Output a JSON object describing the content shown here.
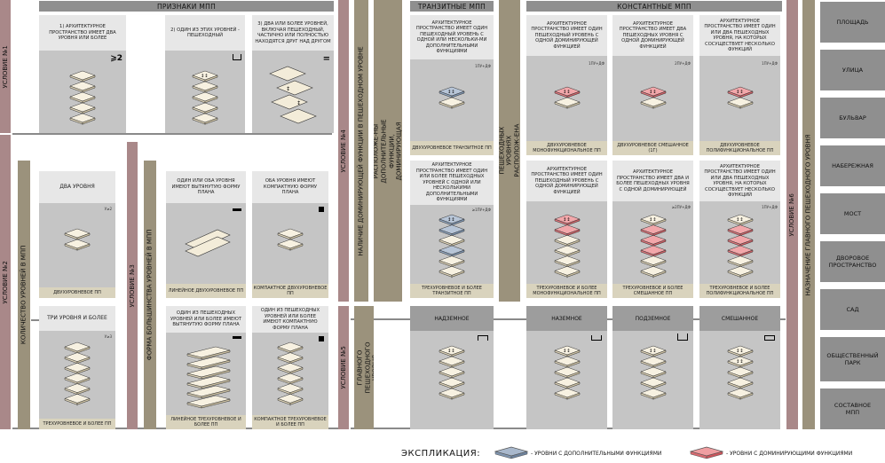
{
  "header": {
    "signs": "ПРИЗНАКИ МПП",
    "transit": "ТРАНЗИТНЫЕ МПП",
    "constant": "КОНСТАНТНЫЕ МПП"
  },
  "conditions": {
    "c1": "УСЛОВИЕ №1",
    "c2": "УСЛОВИЕ №2",
    "c3": "УСЛОВИЕ №3",
    "c4": "УСЛОВИЕ №4",
    "c5": "УСЛОВИЕ №5",
    "c6": "УСЛОВИЕ №6"
  },
  "axes": {
    "count": "КОЛИЧЕСТВО УРОВНЕЙ В МПП",
    "form": "ФОРМА БОЛЬШИНСТВА УРОВНЕЙ В МПП",
    "dominant": "НАЛИЧИЕ ДОМИНИРУЮЩЕЙ ФУНКЦИИ В ПЕШЕХОДНОМ УРОВНЕ",
    "transit_cond": "НА ОДНОМ ИЛИ НЕСКОЛЬКИХ ПЕШЕХОДНЫХ УРОВНЯХ РАСПОЛОЖЕ-НЫ ДОПОЛНИТЕЛЬНЫЕ ФУНКЦИИ, ДОМИНИРУЮЩАЯ ФУНКЦИЯ НА ПЕШЕХОДНЫХ УРОВНЯХ ОТСУТСТВУЕТ",
    "constant_cond": "НА ОДНОМ ИЛИ НЕСКОЛЬКИХ ПЕШЕХОДНЫХ УРОВНЯХ РАСПОЛОЖ-ЕНА ДОМИНИРУЮЩАЯ ФУНКЦИЯ",
    "location": "РАСПОЛОЖЕНИЕ ГЛАВНОГО ПЕШЕХОДНОГО УРОВНЯ",
    "purpose": "НАЗНАЧЕНИЕ ГЛАВНОГО ПЕШЕХОДНОГО УРОВНЯ"
  },
  "signs": [
    {
      "text": "1) АРХИТЕКТУРНОЕ ПРОСТРАНСТВО ИМЕЕТ ДВА УРОВНЯ ИЛИ БОЛЕЕ",
      "mark": "⩾2"
    },
    {
      "text": "2) ОДИН ИЗ ЭТИХ УРОВНЕЙ - ПЕШЕХОДНЫЙ"
    },
    {
      "text": "3) ДВА ИЛИ БОЛЕЕ УРОВНЕЙ, ВКЛЮЧАЯ ПЕШЕХОДНЫЙ, ЧАСТИЧНО ИЛИ ПОЛНОСТЬЮ НАХОДЯТСЯ ДРУГ НАД ДРУГОМ",
      "mark": "="
    }
  ],
  "levels": [
    {
      "title": "ДВА УРОВНЯ",
      "tag": "У≥2",
      "footer": "ДВУХУРОВНЕВОЕ ПП"
    },
    {
      "title": "ТРИ УРОВНЯ И БОЛЕЕ",
      "tag": "У≥3",
      "footer": "ТРЕХУРОВНЕВОЕ И БОЛЕЕ ПП"
    }
  ],
  "forms": [
    {
      "text": "ОДИН ИЛИ ОБА УРОВНЯ ИМЕЮТ ВЫТЯНУТУЮ ФОРМУ ПЛАНА",
      "footer": "ЛИНЕЙНОЕ ДВУХУРОВНЕВОЕ ПП"
    },
    {
      "text": "ОБА УРОВНЯ ИМЕЮТ КОМПАКТНУЮ ФОРМУ ПЛАНА",
      "footer": "КОМПАКТНОЕ ДВУХУРОВНЕВОЕ ПП"
    },
    {
      "text": "ОДИН ИЗ ПЕШЕХОДНЫХ УРОВНЕЙ ИЛИ БОЛЕЕ ИМЕЮТ ВЫТЯНУТУЮ ФОРМУ ПЛАНА",
      "footer": "ЛИНЕЙНОЕ ТРЕХУРОВНЕВОЕ И БОЛЕЕ ПП"
    },
    {
      "text": "ОДИН ИЗ ПЕШЕХОДНЫХ УРОВНЕЙ ИЛИ БОЛЕЕ ИМЕЮТ КОМПАКТНУЮ ФОРМУ ПЛАНА",
      "footer": "КОМПАКТНОЕ ТРЕХУРОВНЕВОЕ И БОЛЕЕ ПП"
    }
  ],
  "transit": [
    {
      "text": "АРХИТЕКТУРНОЕ ПРОСТРАНСТВО ИМЕЕТ ОДИН ПЕШЕХОДНЫЙ УРОВЕНЬ С ОДНОЙ ИЛИ НЕСКОЛЬКИ-МИ ДОПОЛНИТЕЛЬНЫМИ ФУНКЦИЯМИ",
      "tag": "1ПУ+ДФ",
      "footer": "ДВУХУРОВНЕВОЕ ТРАНЗИТНОЕ ПП"
    },
    {
      "text": "АРХИТЕКТУРНОЕ ПРОСТРАНСТВО ИМЕЕТ ОДИН ИЛИ БОЛЕЕ ПЕШЕХОДНЫХ УРОВНЕЙ С ОДНОЙ ИЛИ НЕСКОЛЬКИМИ ДОПОЛНИТЕЛЬНЫМИ ФУНКЦИЯМИ",
      "tag": "≥1ПУ+ДФ",
      "footer": "ТРЕХУРОВНЕВОЕ И БОЛЕЕ ТРАНЗИТНОЕ ПП"
    }
  ],
  "constant": [
    {
      "text": "АРХИТЕКТУРНОЕ ПРОСТРАНСТВО ИМЕЕТ ОДИН ПЕШЕХОДНЫЙ УРОВЕНЬ С ОДНОЙ ДОМИНИРУЮЩЕЙ ФУНКЦИЕЙ",
      "tag": "1ПУ+ДФ",
      "footer": "ДВУХУРОВНЕВОЕ МОНОФУНКЦИОНАЛЬНОЕ ПП"
    },
    {
      "text": "АРХИТЕКТУРНОЕ ПРОСТРАНСТВО ИМЕЕТ ДВА ПЕШЕХОДНЫХ УРОВНЯ С ОДНОЙ ДОМИНИРУЮЩЕЙ ФУНКЦИЕЙ",
      "tag": "2ПУ+ДФ",
      "footer": "ДВУХУРОВНЕВОЕ СМЕШАННОЕ (1Г)"
    },
    {
      "text": "АРХИТЕКТУРНОЕ ПРОСТРАНСТВО ИМЕЕТ ОДИН ИЛИ ДВА ПЕШЕХОДНЫХ УРОВНЯ, НА КОТОРЫХ СОСУЩЕСТВУЕТ НЕСКОЛЬКО ФУНКЦИЙ",
      "tag": "1ПУ+ДФ",
      "footer": "ДВУХУРОВНЕВОЕ ПОЛИФУНКЦИОНАЛЬНОЕ ПП"
    },
    {
      "text": "АРХИТЕКТУРНОЕ ПРОСТРАНСТВО ИМЕЕТ ОДИН ПЕШЕХОДНЫЙ УРОВЕНЬ С ОДНОЙ ДОМИНИРУЮЩЕЙ ФУНКЦИЕЙ",
      "tag": "",
      "footer": "ТРЕХУРОВНЕВОЕ И БОЛЕЕ МОНОФУНКЦИОНАЛЬНОЕ ПП"
    },
    {
      "text": "АРХИТЕКТУРНОЕ ПРОСТРАНСТВО ИМЕЕТ ДВА И БОЛЕЕ ПЕШЕХОДНЫХ УРОВНЯ С ОДНОЙ ДОМИНИРУЮЩЕЙ",
      "tag": "≥2ПУ+ДФ",
      "footer": "ТРЕХУРОВНЕВОЕ И БОЛЕЕ СМЕШАННОЕ ПП"
    },
    {
      "text": "АРХИТЕКТУРНОЕ ПРОСТРАНСТВО ИМЕЕТ ОДИН ИЛИ ДВА ПЕШЕХОДНЫХ УРОВНЯ, НА КОТОРЫХ СОСУЩЕСТВУЕТ НЕСКОЛЬКО ФУНКЦИЙ",
      "tag": "1ПУ+ДФ",
      "footer": "ТРЕХУРОВНЕВОЕ И БОЛЕЕ ПОЛИФУНКЦИОНАЛЬНОЕ ПП"
    }
  ],
  "location": [
    "НАДЗЕМНОЕ",
    "НАЗЕМНОЕ",
    "ПОДЗЕМНОЕ",
    "СМЕШАННОЕ"
  ],
  "purpose": [
    "ПЛОЩАДЬ",
    "УЛИЦА",
    "БУЛЬВАР",
    "НАБЕРЕЖНАЯ",
    "МОСТ",
    "ДВОРОВОЕ ПРОСТРАНСТВО",
    "САД",
    "ОБЩЕСТВЕННЫЙ ПАРК",
    "СОСТАВНОЕ МПП"
  ],
  "legend": {
    "title": "ЭКСПЛИКАЦИЯ:",
    "item1": "- УРОВНИ С ДОПОЛНИТЕЛЬНЫМИ ФУНКЦИЯМИ",
    "item2": "- УРОВНИ С ДОМИНИРУЮЩИМИ ФУНКЦИЯМИ"
  },
  "colors": {
    "mauve": "#a98889",
    "khaki": "#9b927c",
    "card": "#c5c5c5",
    "extra": "#8fa4bd",
    "dominant": "#e07a80"
  }
}
